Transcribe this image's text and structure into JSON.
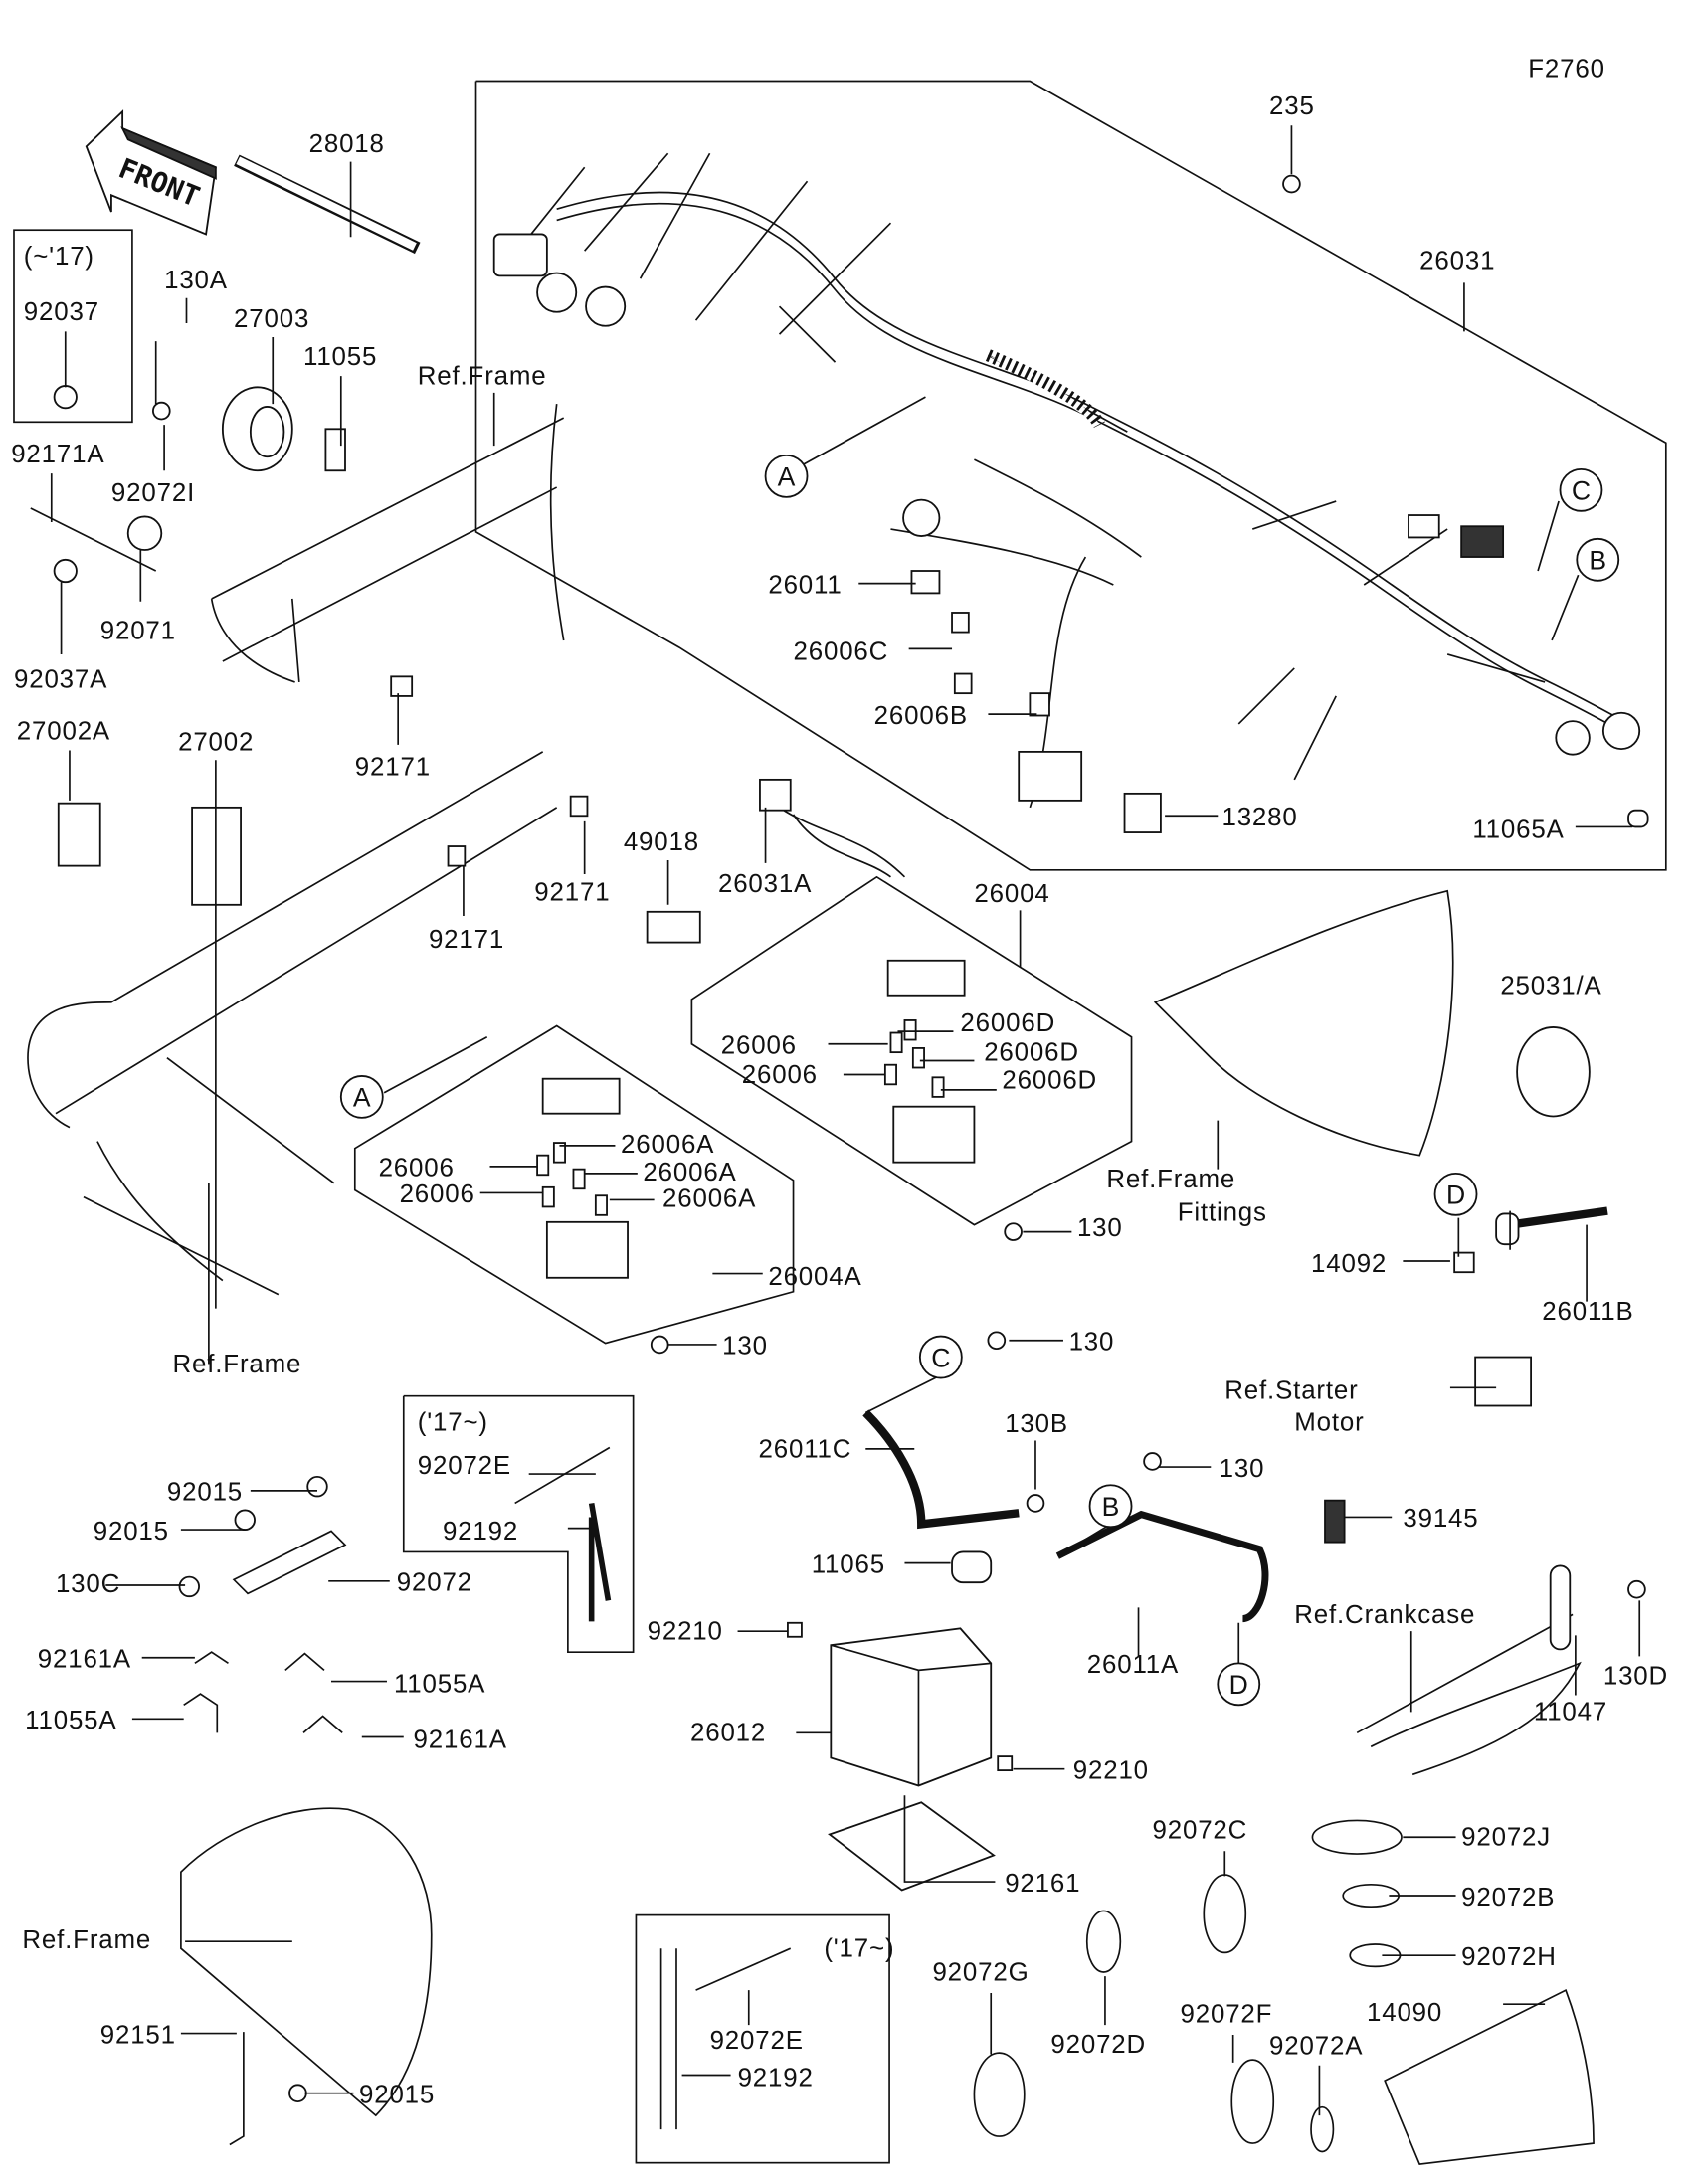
{
  "diagram_code": "F2760",
  "front_arrow_label": "FRONT",
  "callouts": [
    "F2760",
    "235",
    "26031",
    "28018",
    "(~'17)",
    "92037",
    "130A",
    "27003",
    "11055",
    "Ref.Frame",
    "92171A",
    "92072I",
    "92071",
    "92037A",
    "27002A",
    "27002",
    "92171",
    "26011",
    "26006C",
    "26006B",
    "13280",
    "11065A",
    "26031A",
    "49018",
    "92171",
    "92171",
    "26004",
    "25031/A",
    "26006D",
    "26006",
    "26006D",
    "26006",
    "26006D",
    "26006A",
    "26006",
    "26006A",
    "26006",
    "26006A",
    "Ref.Frame",
    "Fittings",
    "130",
    "14092",
    "26011B",
    "26004A",
    "130",
    "Ref.Frame",
    "130",
    "Ref.Starter",
    "Motor",
    "('17~)",
    "92072E",
    "92192",
    "26011C",
    "130B",
    "130",
    "92015",
    "92015",
    "39145",
    "130C",
    "92072",
    "11065",
    "Ref.Crankcase",
    "92210",
    "26011A",
    "92161A",
    "11055A",
    "130D",
    "11055A",
    "11047",
    "26012",
    "92161A",
    "92210",
    "92072C",
    "92072J",
    "92161",
    "92072B",
    "Ref.Frame",
    "('17~)",
    "92072H",
    "92072G",
    "92072D",
    "92072F",
    "92072A",
    "14090",
    "92151",
    "92072E",
    "92192",
    "92015"
  ],
  "reference_markers": [
    "A",
    "A",
    "B",
    "B",
    "C",
    "C",
    "D",
    "D"
  ],
  "colors": {
    "line": "#111111",
    "background": "#ffffff"
  }
}
